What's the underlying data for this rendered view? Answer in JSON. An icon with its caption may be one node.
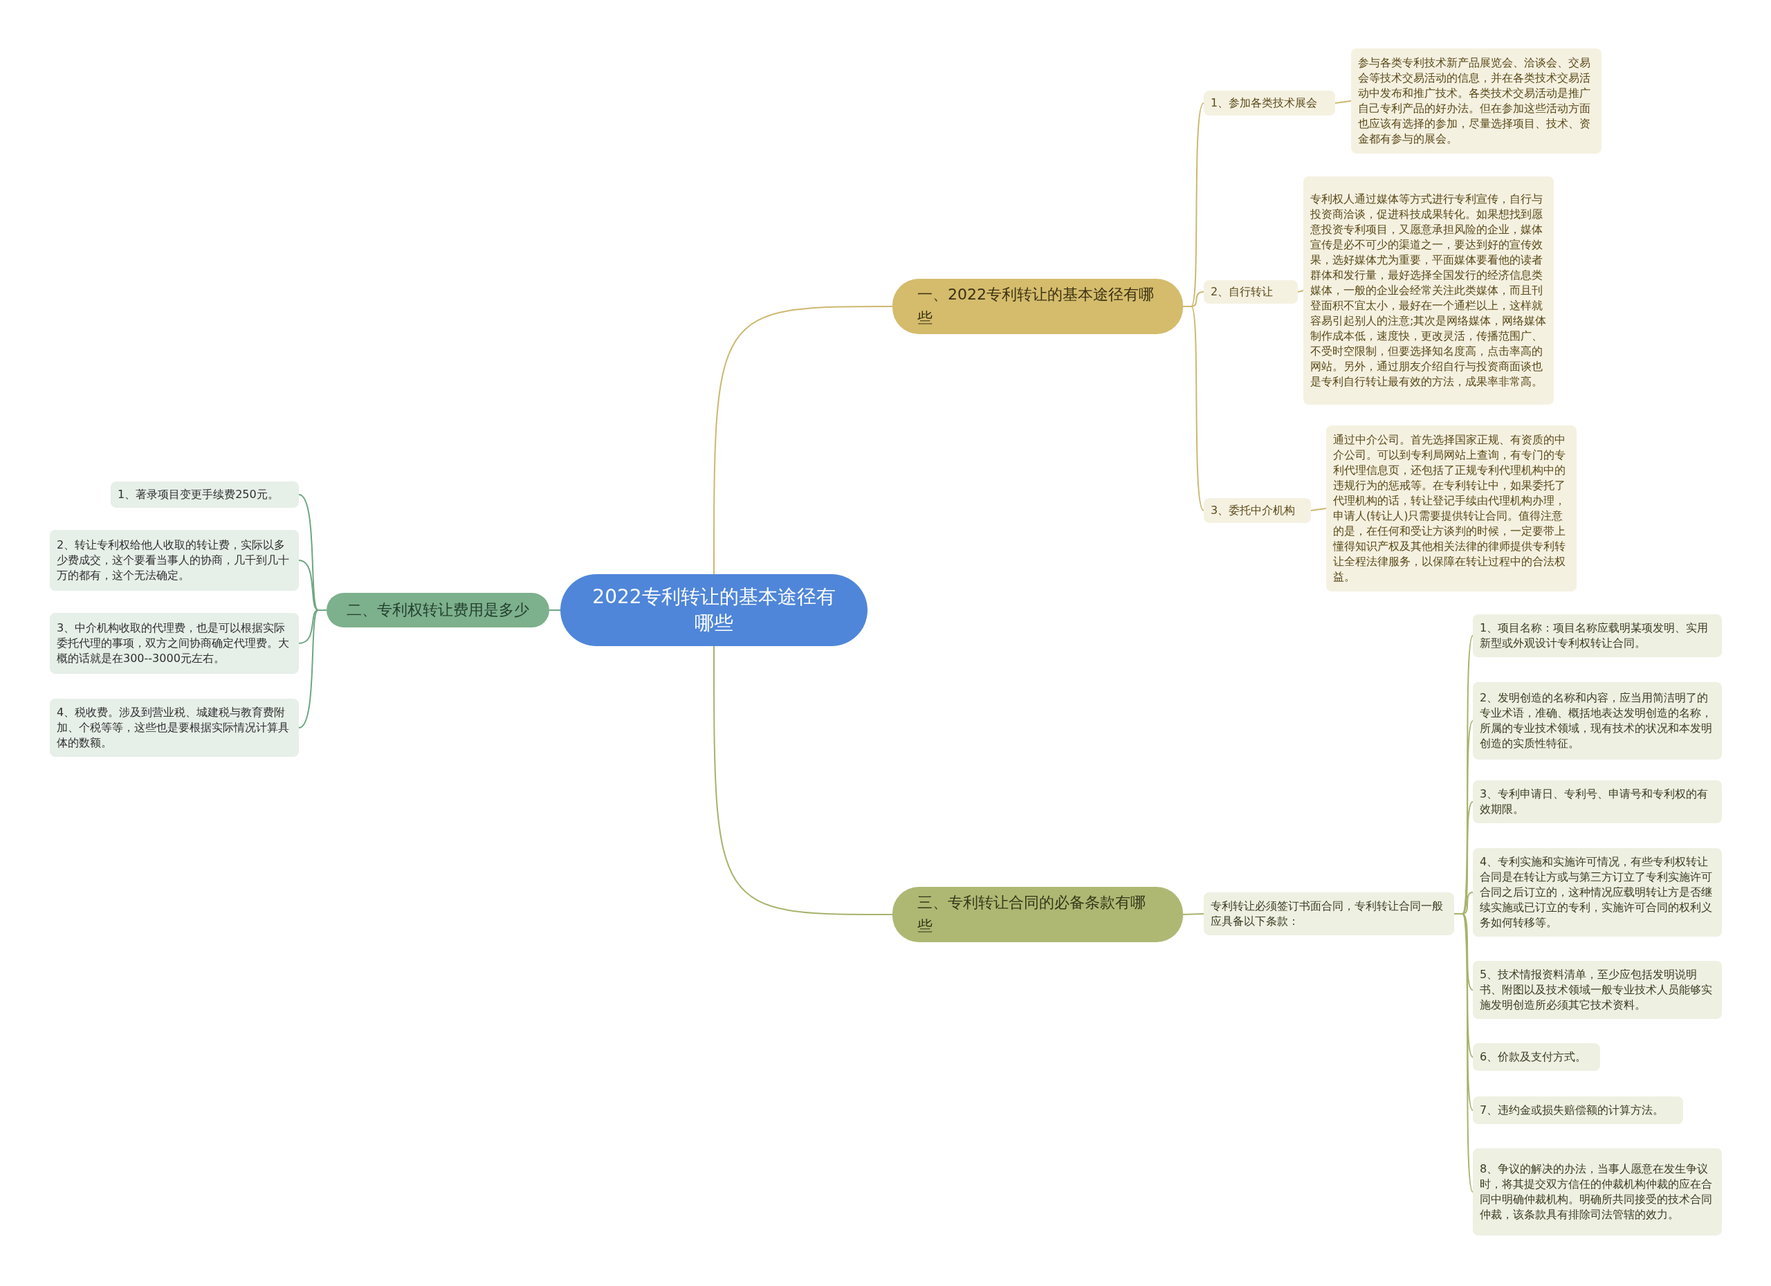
{
  "diagram": {
    "nodes": [
      {
        "text": [
          "2022专利转让的基本途径有哪些"
        ]
      },
      {
        "text": [
          "一、2022专利转让的基本途径有哪些"
        ]
      },
      {
        "text": [
          "1、参加各类技术展会"
        ]
      },
      {
        "text": [
          "参与各类专利技术新产品展览会、洽谈会、交易会等技术交易活动的信息，并在各类技术交易活动中发布和推广技术。各类技术交易活动是推广自己专利产品的好办法。但在参加这些活动方面也应该有选择的参加，尽量选择项目、技术、资金都有参与的展会。"
        ]
      },
      {
        "text": [
          "2、自行转让"
        ]
      },
      {
        "text": [
          "专利权人通过媒体等方式进行专利宣传，自行与投资商洽谈，促进科技成果转化。如果想找到愿意投资专利项目，又愿意承担风险的企业，媒体宣传是必不可少的渠道之一，要达到好的宣传效果，选好媒体尤为重要，平面媒体要看他的读者群体和发行量，最好选择全国发行的经济信息类媒体，一般的企业会经常关注此类媒体，而且刊登面积不宜太小，最好在一个通栏以上，这样就容易引起别人的注意;其次是网络媒体，网络媒体制作成本低，速度快，更改灵活，传播范围广、不受时空限制，但要选择知名度高，点击率高的网站。另外，通过朋友介绍自行与投资商面谈也是专利自行转让最有效的方法，成果率非常高。"
        ]
      },
      {
        "text": [
          "3、委托中介机构"
        ]
      },
      {
        "text": [
          "通过中介公司。首先选择国家正规、有资质的中介公司。可以到专利局网站上查询，有专门的专利代理信息页，还包括了正规专利代理机构中的违规行为的惩戒等。在专利转让中，如果委托了代理机构的话，转让登记手续由代理机构办理，申请人(转让人)只需要提供转让合同。值得注意的是，在任何和受让方谈判的时候，一定要带上懂得知识产权及其他相关法律的律师提供专利转让全程法律服务，以保障在转让过程中的合法权益。"
        ]
      },
      {
        "text": [
          "二、专利权转让费用是多少"
        ]
      },
      {
        "text": [
          "1、著录项目变更手续费250元。"
        ]
      },
      {
        "text": [
          "2、转让专利权给他人收取的转让费，实际以多少费成交，这个要看当事人的协商，几千到几十万的都有，这个无法确定。"
        ]
      },
      {
        "text": [
          "3、中介机构收取的代理费，也是可以根据实际委托代理的事项，双方之间协商确定代理费。大概的话就是在300--3000元左右。"
        ]
      },
      {
        "text": [
          "4、税收费。涉及到营业税、城建税与教育费附加、个税等等，这些也是要根据实际情况计算具体的数额。"
        ]
      },
      {
        "text": [
          "三、专利转让合同的必备条款有哪些"
        ]
      },
      {
        "text": [
          "专利转让必须签订书面合同，专利转让合同一般应具备以下条款："
        ]
      },
      {
        "text": [
          "1、项目名称：项目名称应载明某项发明、实用新型或外观设计专利权转让合同。"
        ]
      },
      {
        "text": [
          "2、发明创造的名称和内容，应当用简洁明了的专业术语，准确、概括地表达发明创造的名称，所属的专业技术领域，现有技术的状况和本发明创造的实质性特征。"
        ]
      },
      {
        "text": [
          "3、专利申请日、专利号、申请号和专利权的有效期限。"
        ]
      },
      {
        "text": [
          "4、专利实施和实施许可情况，有些专利权转让合同是在转让方或与第三方订立了专利实施许可合同之后订立的，这种情况应载明转让方是否继续实施或已订立的专利，实施许可合同的权利义务如何转移等。"
        ]
      },
      {
        "text": [
          "5、技术情报资料清单，至少应包括发明说明书、附图以及技术领域一般专业技术人员能够实施发明创造所必须其它技术资料。"
        ]
      },
      {
        "text": [
          "6、价款及支付方式。"
        ]
      },
      {
        "text": [
          "7、违约金或损失赔偿额的计算方法。"
        ]
      },
      {
        "text": [
          "8、争议的解决的办法，当事人愿意在发生争议时，将其提交双方信任的仲裁机构仲裁的应在合同中明确仲裁机构。明确所共同接受的技术合同仲裁，该条款具有排除司法管辖的效力。"
        ]
      }
    ],
    "edges": [
      {
        "from": 0,
        "to": 1,
        "arrow": "none",
        "color": "#cdb870"
      },
      {
        "from": 1,
        "to": 2,
        "arrow": "none",
        "color": "#cdb870"
      },
      {
        "from": 2,
        "to": 3,
        "arrow": "none",
        "color": "#cdb870"
      },
      {
        "from": 1,
        "to": 4,
        "arrow": "none",
        "color": "#cdb870"
      },
      {
        "from": 4,
        "to": 5,
        "arrow": "none",
        "color": "#cdb870"
      },
      {
        "from": 1,
        "to": 6,
        "arrow": "none",
        "color": "#cdb870"
      },
      {
        "from": 6,
        "to": 7,
        "arrow": "none",
        "color": "#cdb870"
      },
      {
        "from": 0,
        "to": 8,
        "arrow": "none",
        "color": "#6fa682"
      },
      {
        "from": 8,
        "to": 9,
        "arrow": "none",
        "color": "#6fa682"
      },
      {
        "from": 8,
        "to": 10,
        "arrow": "none",
        "color": "#6fa682"
      },
      {
        "from": 8,
        "to": 11,
        "arrow": "none",
        "color": "#6fa682"
      },
      {
        "from": 8,
        "to": 12,
        "arrow": "none",
        "color": "#6fa682"
      },
      {
        "from": 0,
        "to": 13,
        "arrow": "none"
      },
      {
        "from": 13,
        "to": 14,
        "arrow": "none"
      },
      {
        "from": 14,
        "to": 15,
        "arrow": "none"
      },
      {
        "from": 14,
        "to": 16,
        "arrow": "none"
      },
      {
        "from": 14,
        "to": 17,
        "arrow": "none"
      },
      {
        "from": 14,
        "to": 18,
        "arrow": "none"
      },
      {
        "from": 14,
        "to": 19,
        "arrow": "none"
      },
      {
        "from": 14,
        "to": 20,
        "arrow": "none"
      },
      {
        "from": 14,
        "to": 21,
        "arrow": "none"
      },
      {
        "from": 14,
        "to": 22,
        "arrow": "none"
      }
    ]
  }
}
